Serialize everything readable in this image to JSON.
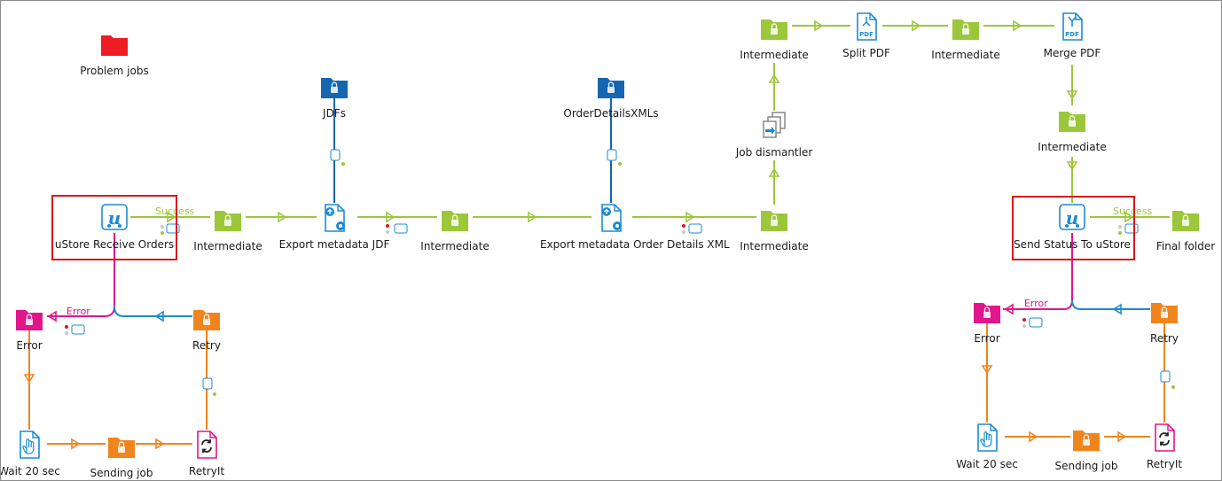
{
  "colors": {
    "green": "#9dc73b",
    "blue": "#1b8ad4",
    "orange": "#f0851e",
    "magenta": "#e0168a",
    "red": "#ee1d23",
    "darkblue": "#1466b0",
    "highlight": "#d7191c"
  },
  "connector_labels": {
    "success": "Success",
    "error": "Error"
  },
  "nodes": [
    {
      "id": "problem",
      "label": "Problem jobs",
      "icon": "folder-icon",
      "color": "red"
    },
    {
      "id": "jdfs",
      "label": "JDFs",
      "icon": "folder-lock-icon",
      "color": "darkblue"
    },
    {
      "id": "odxml",
      "label": "OrderDetailsXMLs",
      "icon": "folder-lock-icon",
      "color": "darkblue"
    },
    {
      "id": "ustore1",
      "label": "uStore Receive Orders",
      "icon": "ustore-app-icon",
      "color": "blue"
    },
    {
      "id": "int1",
      "label": "Intermediate",
      "icon": "folder-lock-icon",
      "color": "green"
    },
    {
      "id": "expjdf",
      "label": "Export metadata JDF",
      "icon": "export-metadata-icon",
      "color": "blue"
    },
    {
      "id": "int2",
      "label": "Intermediate",
      "icon": "folder-lock-icon",
      "color": "green"
    },
    {
      "id": "expxml",
      "label": "Export metadata Order Details XML",
      "icon": "export-metadata-icon",
      "color": "blue"
    },
    {
      "id": "int3",
      "label": "Intermediate",
      "icon": "folder-lock-icon",
      "color": "green"
    },
    {
      "id": "dism",
      "label": "Job dismantler",
      "icon": "job-dismantler-icon",
      "color": "blue"
    },
    {
      "id": "int4",
      "label": "Intermediate",
      "icon": "folder-lock-icon",
      "color": "green"
    },
    {
      "id": "split",
      "label": "Split PDF",
      "icon": "split-pdf-icon",
      "color": "blue"
    },
    {
      "id": "int5",
      "label": "Intermediate",
      "icon": "folder-lock-icon",
      "color": "green"
    },
    {
      "id": "merge",
      "label": "Merge PDF",
      "icon": "merge-pdf-icon",
      "color": "blue"
    },
    {
      "id": "int6",
      "label": "Intermediate",
      "icon": "folder-lock-icon",
      "color": "green"
    },
    {
      "id": "ustore2",
      "label": "Send Status To uStore",
      "icon": "ustore-app-icon",
      "color": "blue"
    },
    {
      "id": "final",
      "label": "Final folder",
      "icon": "folder-lock-icon",
      "color": "green"
    },
    {
      "id": "err1",
      "label": "Error",
      "icon": "folder-lock-icon",
      "color": "magenta"
    },
    {
      "id": "retry1",
      "label": "Retry",
      "icon": "folder-lock-icon",
      "color": "orange"
    },
    {
      "id": "wait1",
      "label": "Wait 20 sec",
      "icon": "hold-job-icon",
      "color": "blue"
    },
    {
      "id": "send1",
      "label": "Sending job",
      "icon": "folder-lock-icon",
      "color": "orange"
    },
    {
      "id": "retryit1",
      "label": "RetryIt",
      "icon": "retry-script-icon",
      "color": "magenta"
    },
    {
      "id": "err2",
      "label": "Error",
      "icon": "folder-lock-icon",
      "color": "magenta"
    },
    {
      "id": "retry2",
      "label": "Retry",
      "icon": "folder-lock-icon",
      "color": "orange"
    },
    {
      "id": "wait2",
      "label": "Wait 20 sec",
      "icon": "hold-job-icon",
      "color": "blue"
    },
    {
      "id": "send2",
      "label": "Sending job",
      "icon": "folder-lock-icon",
      "color": "orange"
    },
    {
      "id": "retryit2",
      "label": "RetryIt",
      "icon": "retry-script-icon",
      "color": "magenta"
    }
  ]
}
